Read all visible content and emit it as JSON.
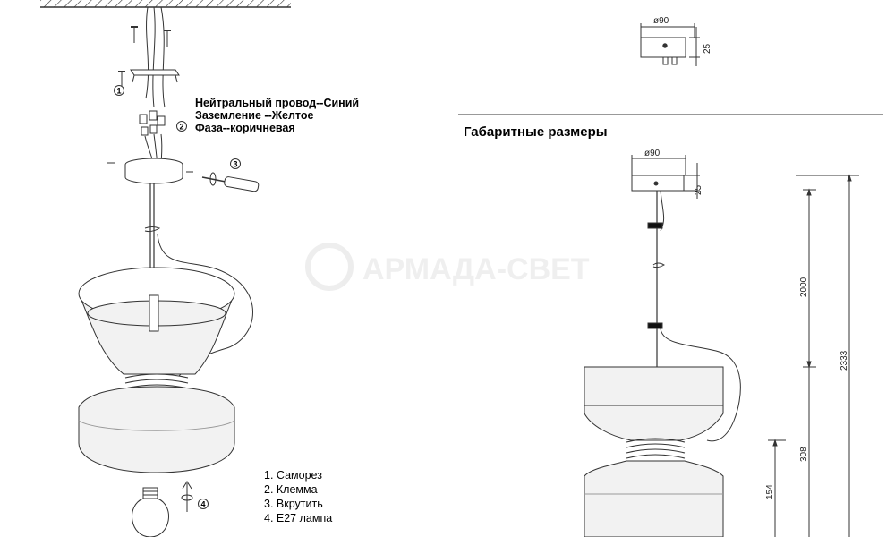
{
  "wiring_legend": {
    "neutral": "Нейтральный провод--Синий",
    "ground": "Заземление --Желтое",
    "phase": "Фаза--коричневая"
  },
  "section_title": "Габаритные размеры",
  "watermark": "АРМАДА-СВЕТ",
  "parts_list": [
    "1. Саморез",
    "2. Клемма",
    "3. Вкрутить",
    "4. E27 лампа"
  ],
  "step_markers": [
    "1",
    "2",
    "3",
    "4"
  ],
  "dimensions": {
    "canopy_diameter": "ø90",
    "canopy_height": "25",
    "cable_length": "2000",
    "total_height": "2333",
    "shade_height": "308",
    "lower_height": "154"
  },
  "colors": {
    "shade_fill": "#f2f2f2",
    "line": "#333333"
  }
}
